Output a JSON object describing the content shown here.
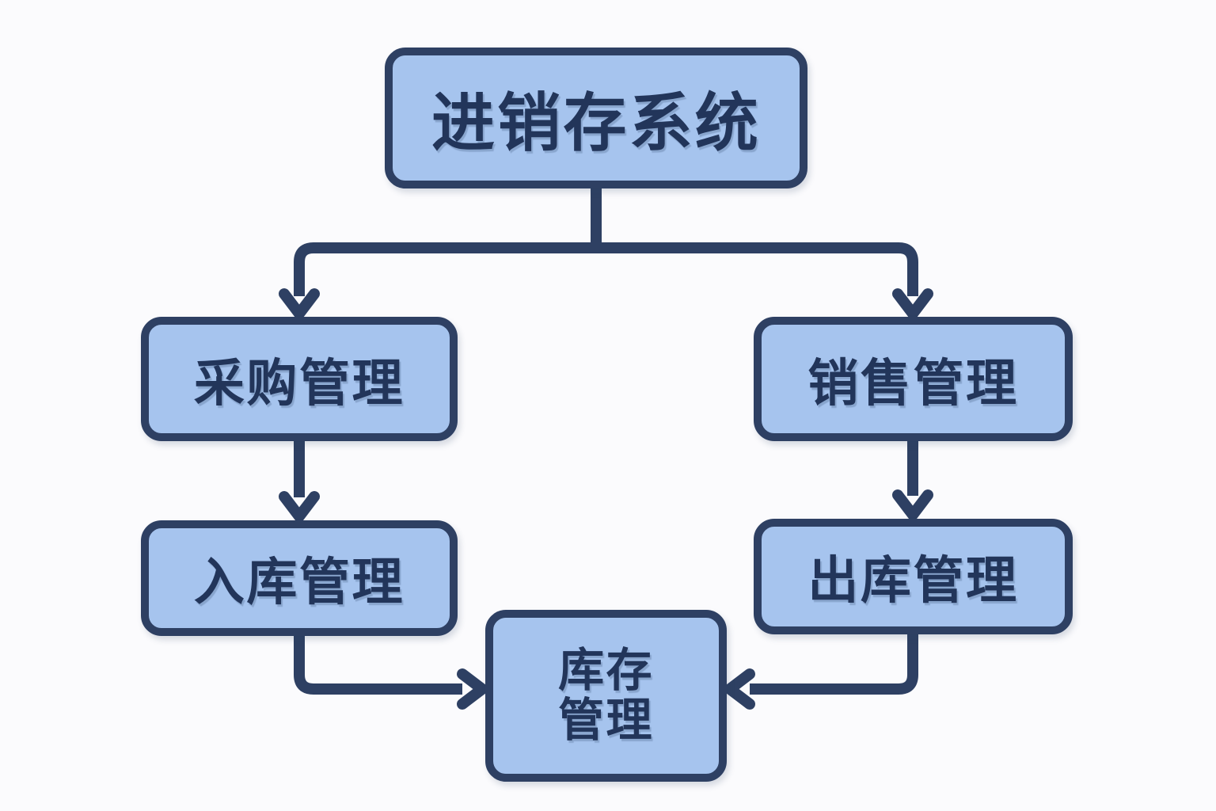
{
  "diagram": {
    "type": "flowchart",
    "title": "进销存系统",
    "colors": {
      "background": "#fbfbfd",
      "box_fill": "#a6c4ee",
      "line": "#2e4063",
      "text": "#22355a"
    },
    "nodes": {
      "root": {
        "label": "进销存系统"
      },
      "purchase": {
        "label": "采购管理"
      },
      "sales": {
        "label": "销售管理"
      },
      "inbound": {
        "label": "入库管理"
      },
      "outbound": {
        "label": "出库管理"
      },
      "inventory": {
        "label": "库存管理",
        "label_line1": "库存",
        "label_line2": "管理"
      }
    },
    "edges": [
      {
        "from": "root",
        "to": "purchase",
        "style": "arrow-down"
      },
      {
        "from": "root",
        "to": "sales",
        "style": "arrow-down"
      },
      {
        "from": "purchase",
        "to": "inbound",
        "style": "arrow-down"
      },
      {
        "from": "sales",
        "to": "outbound",
        "style": "arrow-down"
      },
      {
        "from": "inbound",
        "to": "inventory",
        "style": "arrow-right"
      },
      {
        "from": "outbound",
        "to": "inventory",
        "style": "arrow-left"
      }
    ]
  }
}
